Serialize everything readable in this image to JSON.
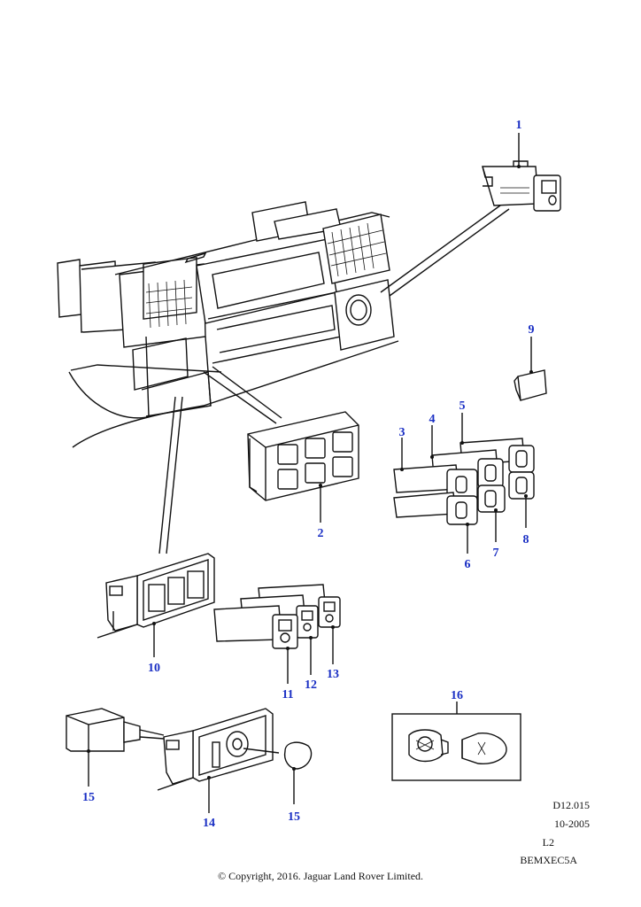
{
  "callouts": [
    {
      "id": "c1",
      "label": "1"
    },
    {
      "id": "c2",
      "label": "2"
    },
    {
      "id": "c3",
      "label": "3"
    },
    {
      "id": "c4",
      "label": "4"
    },
    {
      "id": "c5",
      "label": "5"
    },
    {
      "id": "c6",
      "label": "6"
    },
    {
      "id": "c7",
      "label": "7"
    },
    {
      "id": "c8",
      "label": "8"
    },
    {
      "id": "c9",
      "label": "9"
    },
    {
      "id": "c10",
      "label": "10"
    },
    {
      "id": "c11",
      "label": "11"
    },
    {
      "id": "c12",
      "label": "12"
    },
    {
      "id": "c13",
      "label": "13"
    },
    {
      "id": "c14",
      "label": "14"
    },
    {
      "id": "c15a",
      "label": "15"
    },
    {
      "id": "c15b",
      "label": "15"
    },
    {
      "id": "c16",
      "label": "16"
    }
  ],
  "meta": {
    "ref": "D12.015",
    "date": "10-2005",
    "level": "L2",
    "code": "BEMXEC5A"
  },
  "copyright": "© Copyright, 2016. Jaguar Land Rover Limited.",
  "colors": {
    "callout": "#1a2fc4",
    "line": "#111111"
  }
}
